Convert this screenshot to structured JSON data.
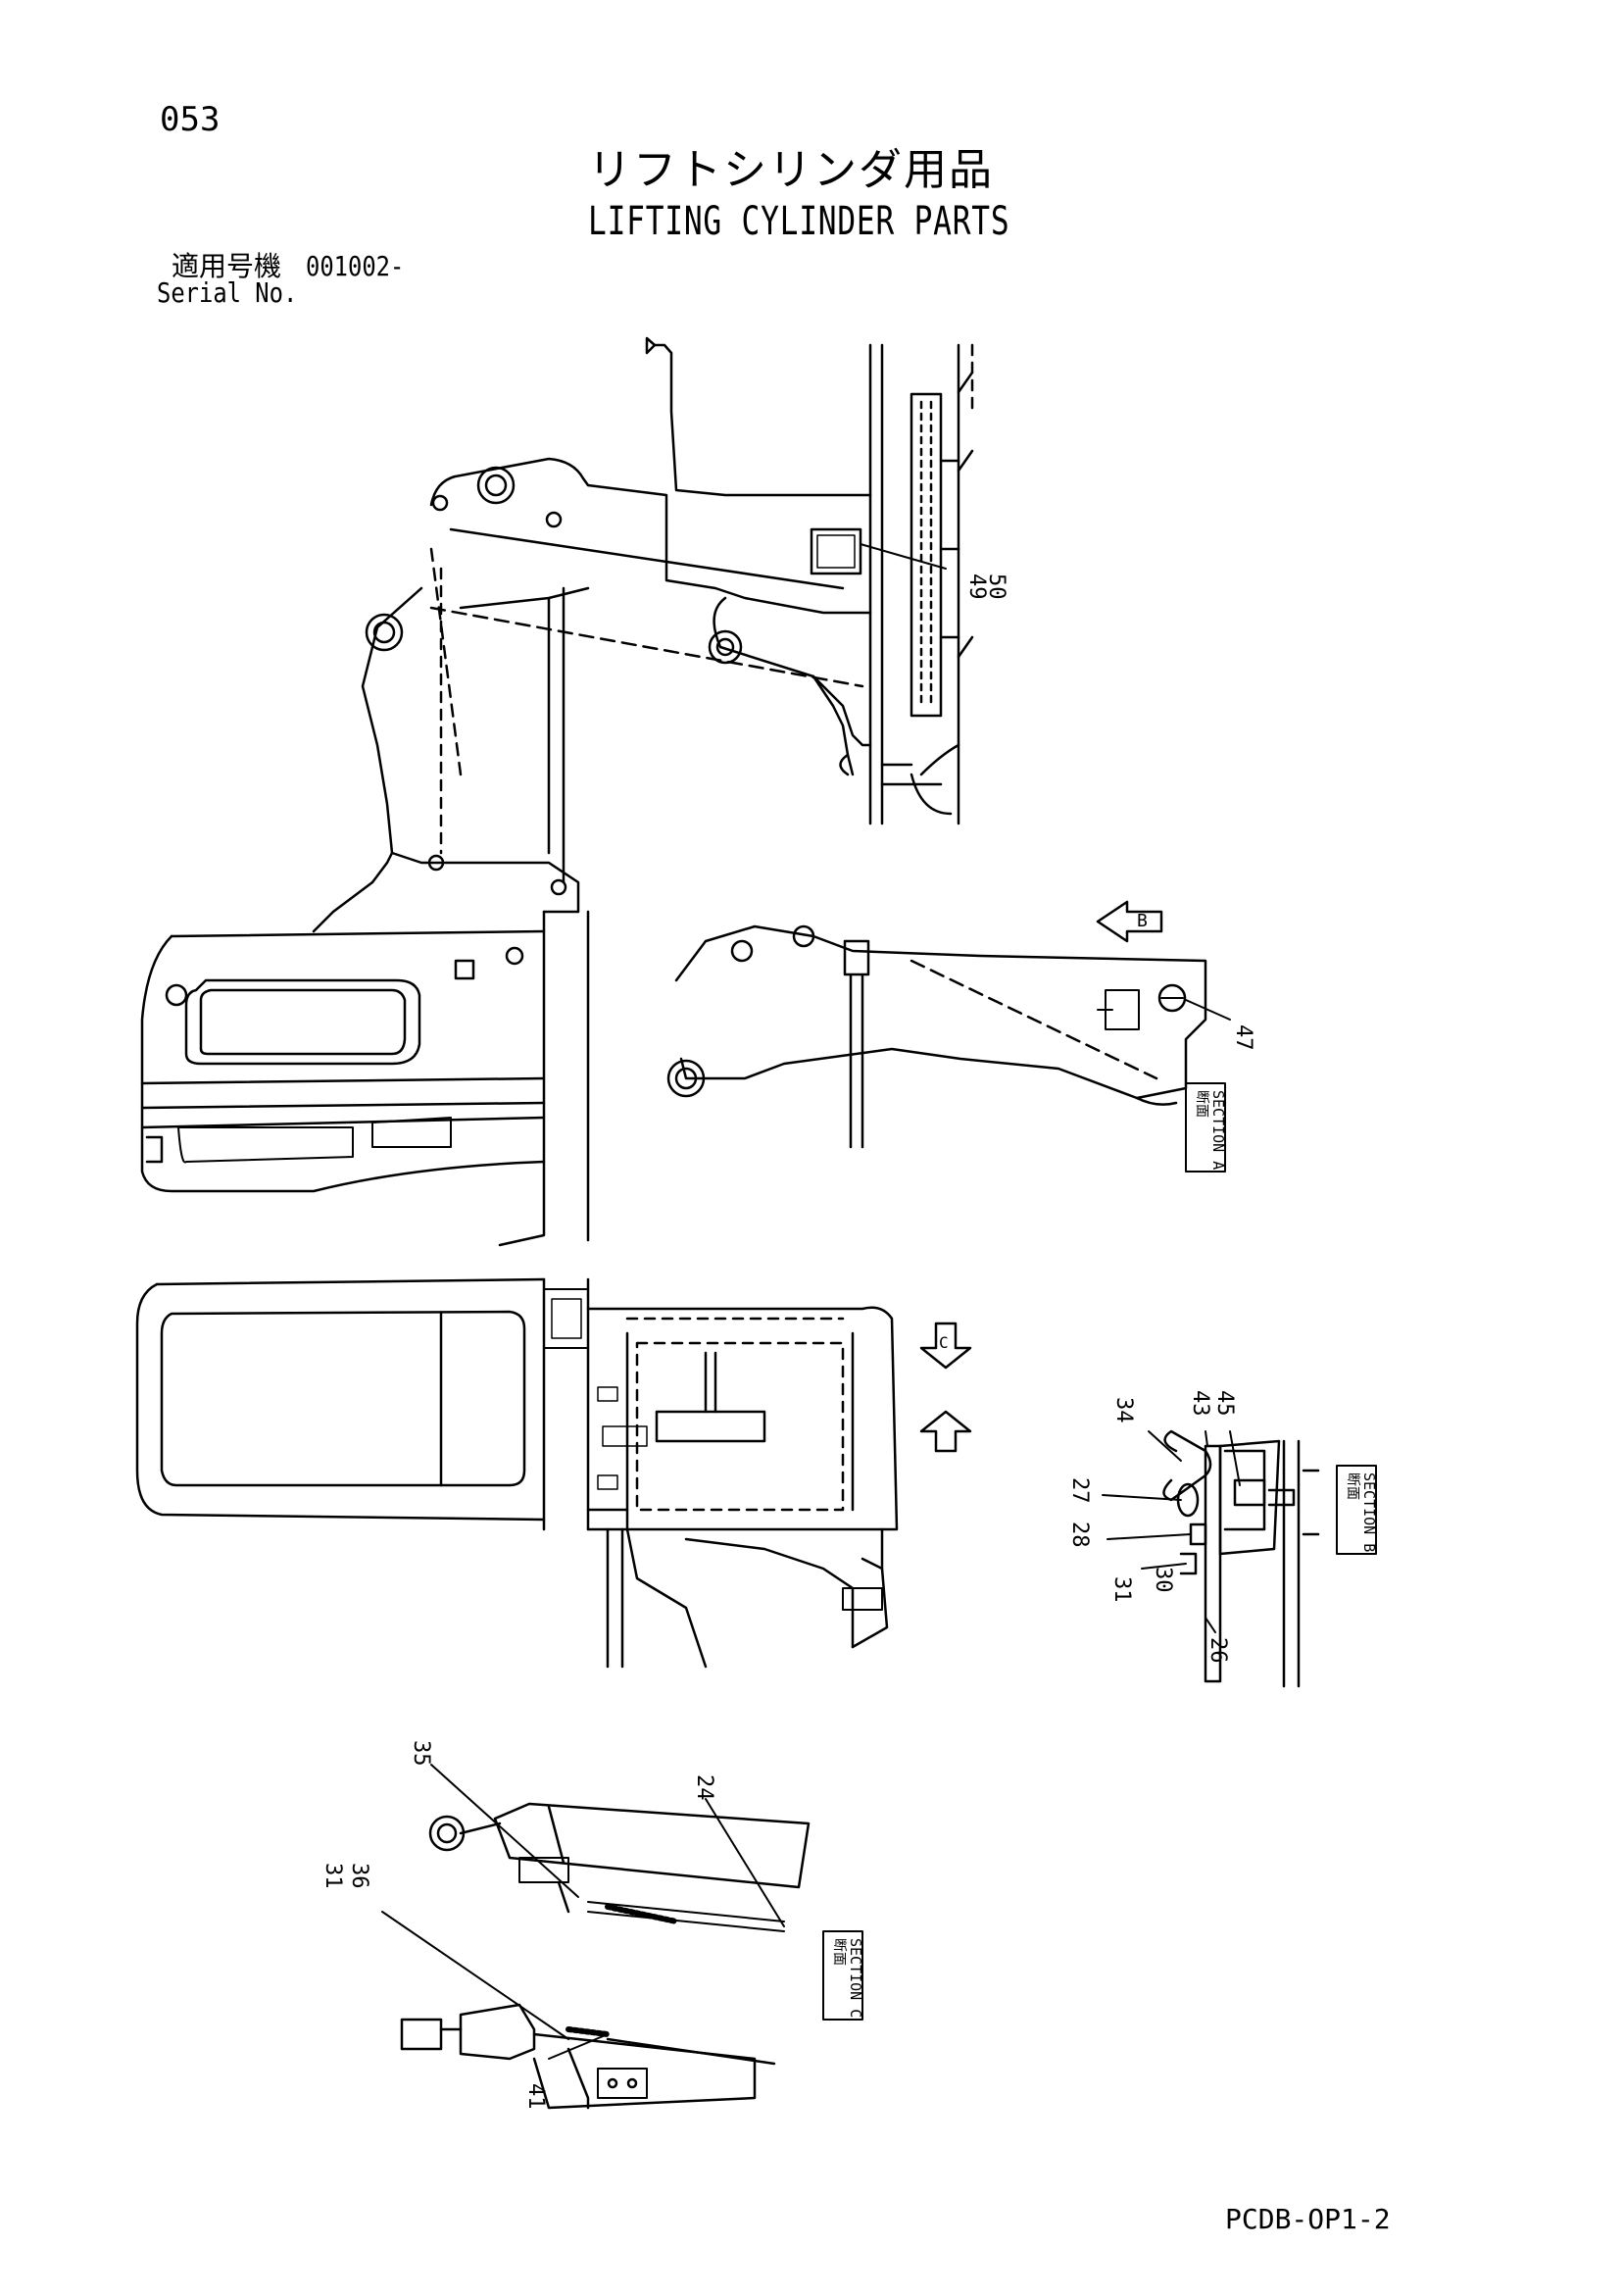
{
  "header": {
    "page_number": "053",
    "title_jp": "リフトシリンダ用品",
    "title_en": "LIFTING CYLINDER PARTS",
    "serial_label_jp": "適用号機",
    "serial_value": "001002-",
    "serial_label_en": "Serial No."
  },
  "callouts": {
    "c49": "49",
    "c50": "50",
    "c47": "47",
    "c34": "34",
    "c43": "43",
    "c45": "45",
    "c27": "27",
    "c28": "28",
    "c31a": "31",
    "c30": "30",
    "c26": "26",
    "c35": "35",
    "c24": "24",
    "c31b": "31",
    "c36": "36",
    "c41": "41"
  },
  "section_tags": {
    "a": {
      "jp": "断面",
      "label": "SECTION A"
    },
    "b": {
      "jp": "断面",
      "label": "SECTION B"
    },
    "c": {
      "jp": "断面",
      "label": "SECTION C"
    }
  },
  "view_arrows": {
    "b_marker": "B",
    "c_marker": "C"
  },
  "footer": {
    "doc_code": "PCDB-OP1-2"
  }
}
